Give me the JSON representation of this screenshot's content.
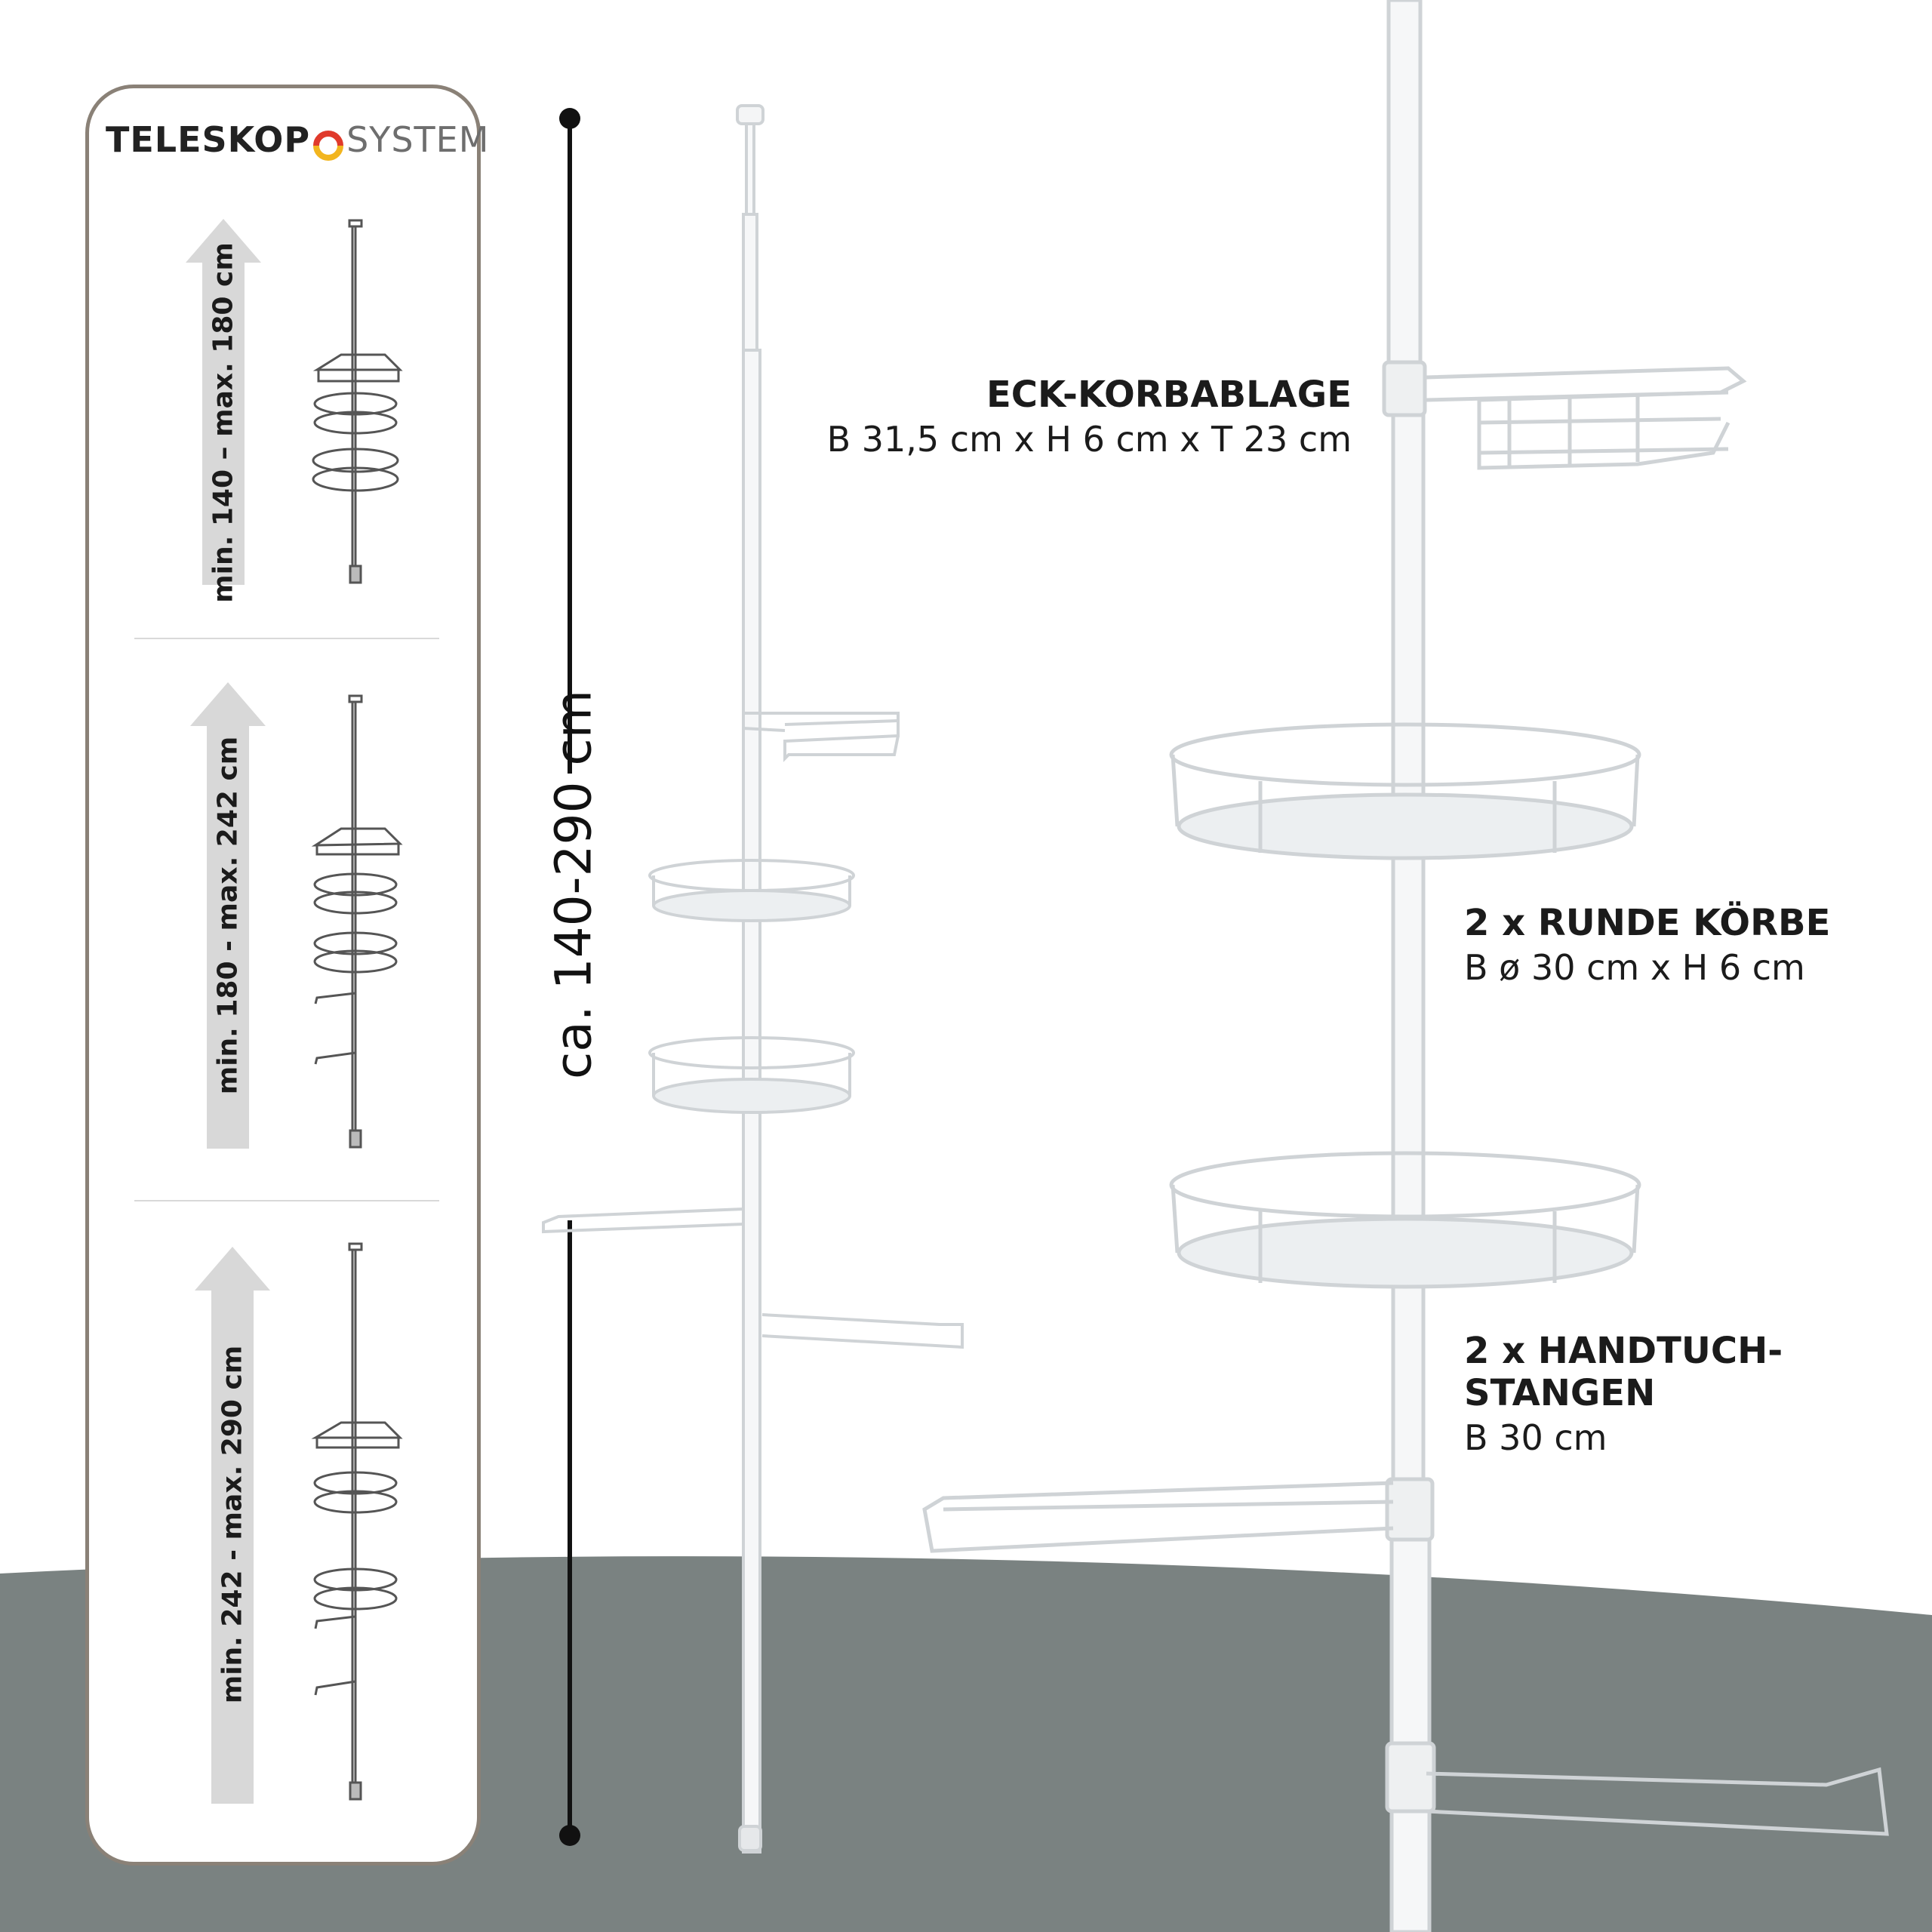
{
  "brand": {
    "word1": "TELESKOP",
    "word2": "SYSTEM"
  },
  "heights": [
    {
      "label": "min. 140 – max. 180 cm"
    },
    {
      "label": "min. 180 - max. 242 cm"
    },
    {
      "label": "min. 242 - max. 290 cm"
    }
  ],
  "dimension": {
    "label": "ca. 140-290 cm"
  },
  "features": [
    {
      "title": "ECK-KORBABLAGE",
      "sub": "B 31,5 cm x H 6 cm x T 23 cm"
    },
    {
      "title": "2 x RUNDE KÖRBE",
      "sub": "B ø 30 cm x H 6 cm"
    },
    {
      "title_line1": "2 x HANDTUCH-",
      "title_line2": "STANGEN",
      "sub": "B 30 cm"
    }
  ],
  "colors": {
    "floor": "#7a8281",
    "panel_border": "#8a8177",
    "arrow": "#d8d8d8",
    "logo_red": "#e03a2b",
    "logo_yellow": "#f2b51f"
  }
}
